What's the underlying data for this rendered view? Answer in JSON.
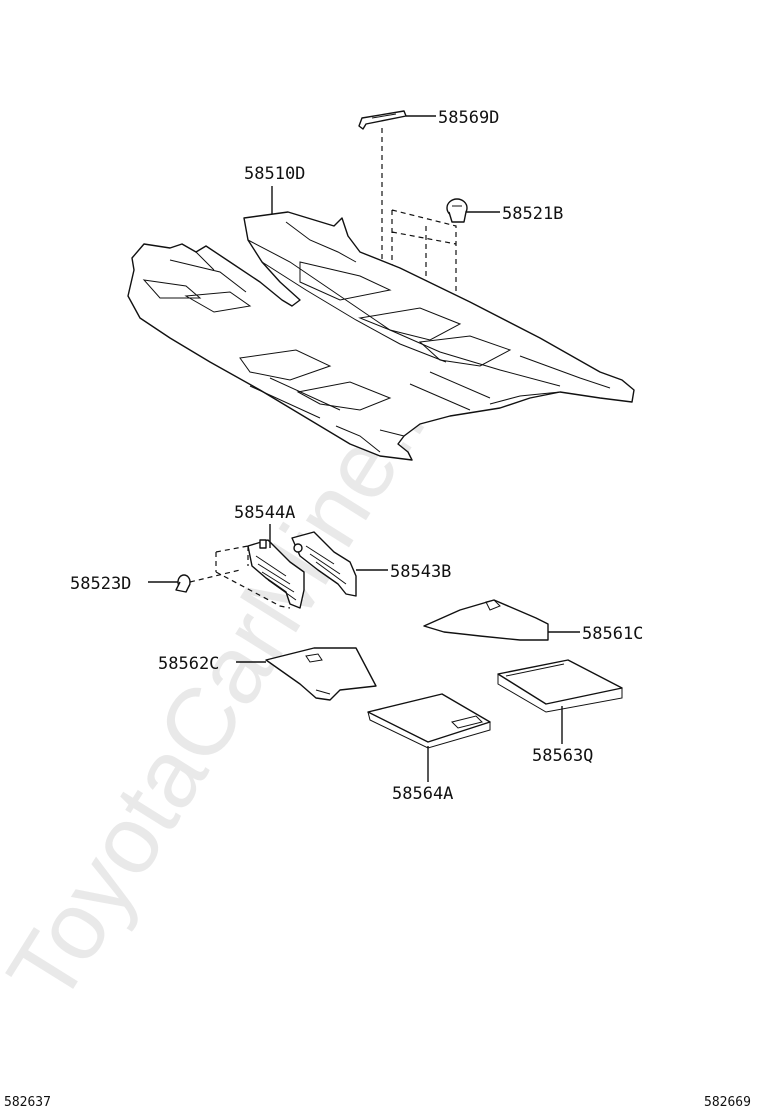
{
  "watermark": "ToyotaCarMine.ru",
  "parts": {
    "p58569D": "58569D",
    "p58510D": "58510D",
    "p58521B": "58521B",
    "p58544A": "58544A",
    "p58543B": "58543B",
    "p58523D": "58523D",
    "p58561C": "58561C",
    "p58562C": "58562C",
    "p58563Q": "58563Q",
    "p58564A": "58564A"
  },
  "footer": {
    "left_code": "582637",
    "right_code": "582669"
  }
}
